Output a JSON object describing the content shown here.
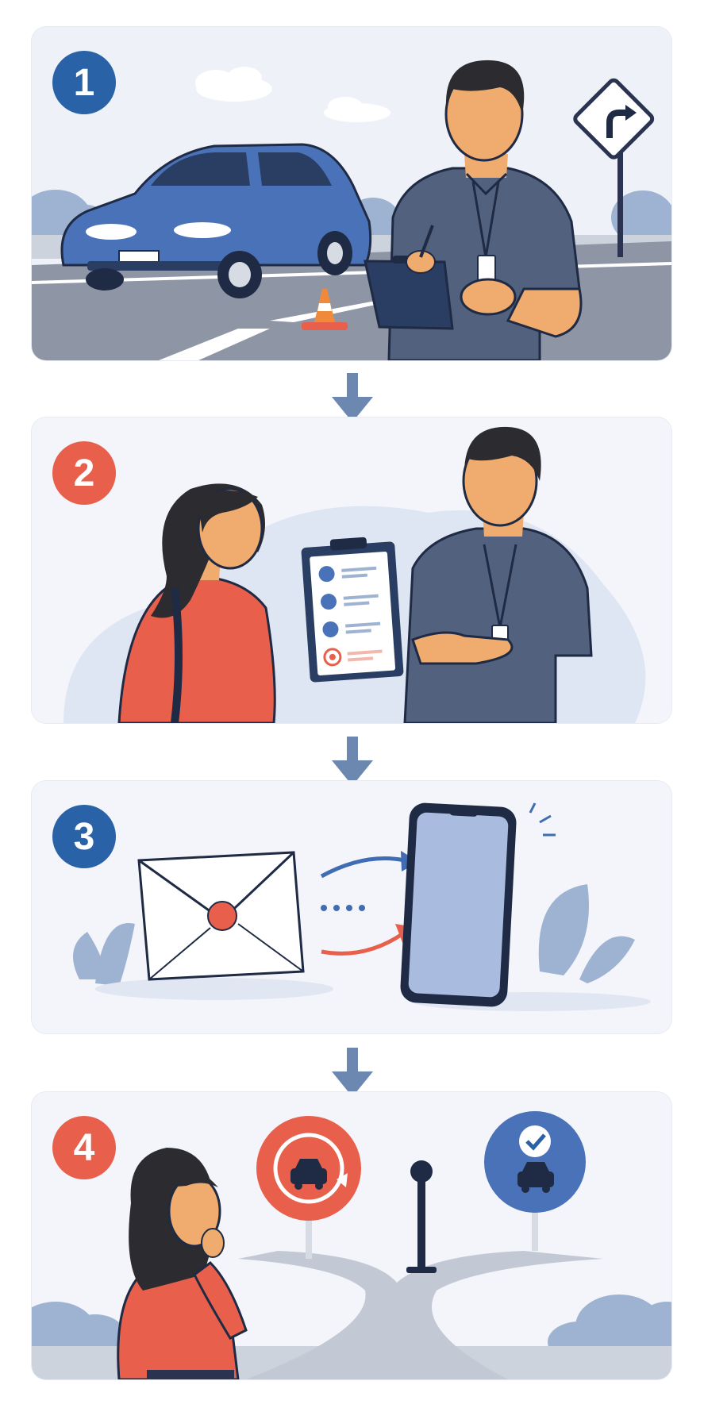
{
  "steps": [
    {
      "number": "1",
      "badge_color": "#2a62a8"
    },
    {
      "number": "2",
      "badge_color": "#e8604c"
    },
    {
      "number": "3",
      "badge_color": "#2a62a8"
    },
    {
      "number": "4",
      "badge_color": "#e8604c"
    }
  ],
  "colors": {
    "navy": "#1f2a44",
    "shirt_gray": "#52627e",
    "car_blue": "#4a72b8",
    "coral": "#e8604c",
    "skin": "#f0ab6f",
    "arrow": "#6d88b0",
    "road": "#8e96a6"
  }
}
